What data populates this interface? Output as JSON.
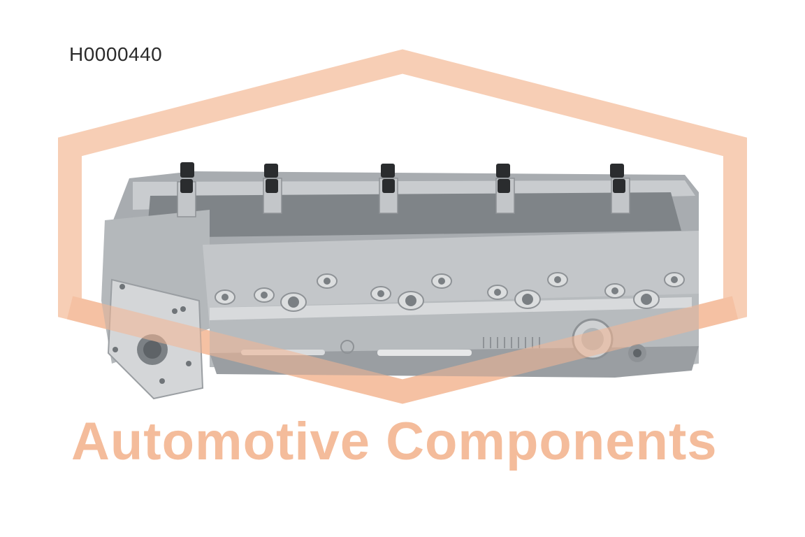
{
  "product": {
    "part_code": "H0000440",
    "tagline": "Automotive Components",
    "subject": "cylinder-head-photo",
    "colors": {
      "watermark": "#f4b793",
      "metal": "#b9bcbf",
      "metal_dark": "#8e9296",
      "metal_light": "#dcdedf",
      "bolt": "#2a2c2e",
      "text": "#2b2b2b"
    }
  }
}
